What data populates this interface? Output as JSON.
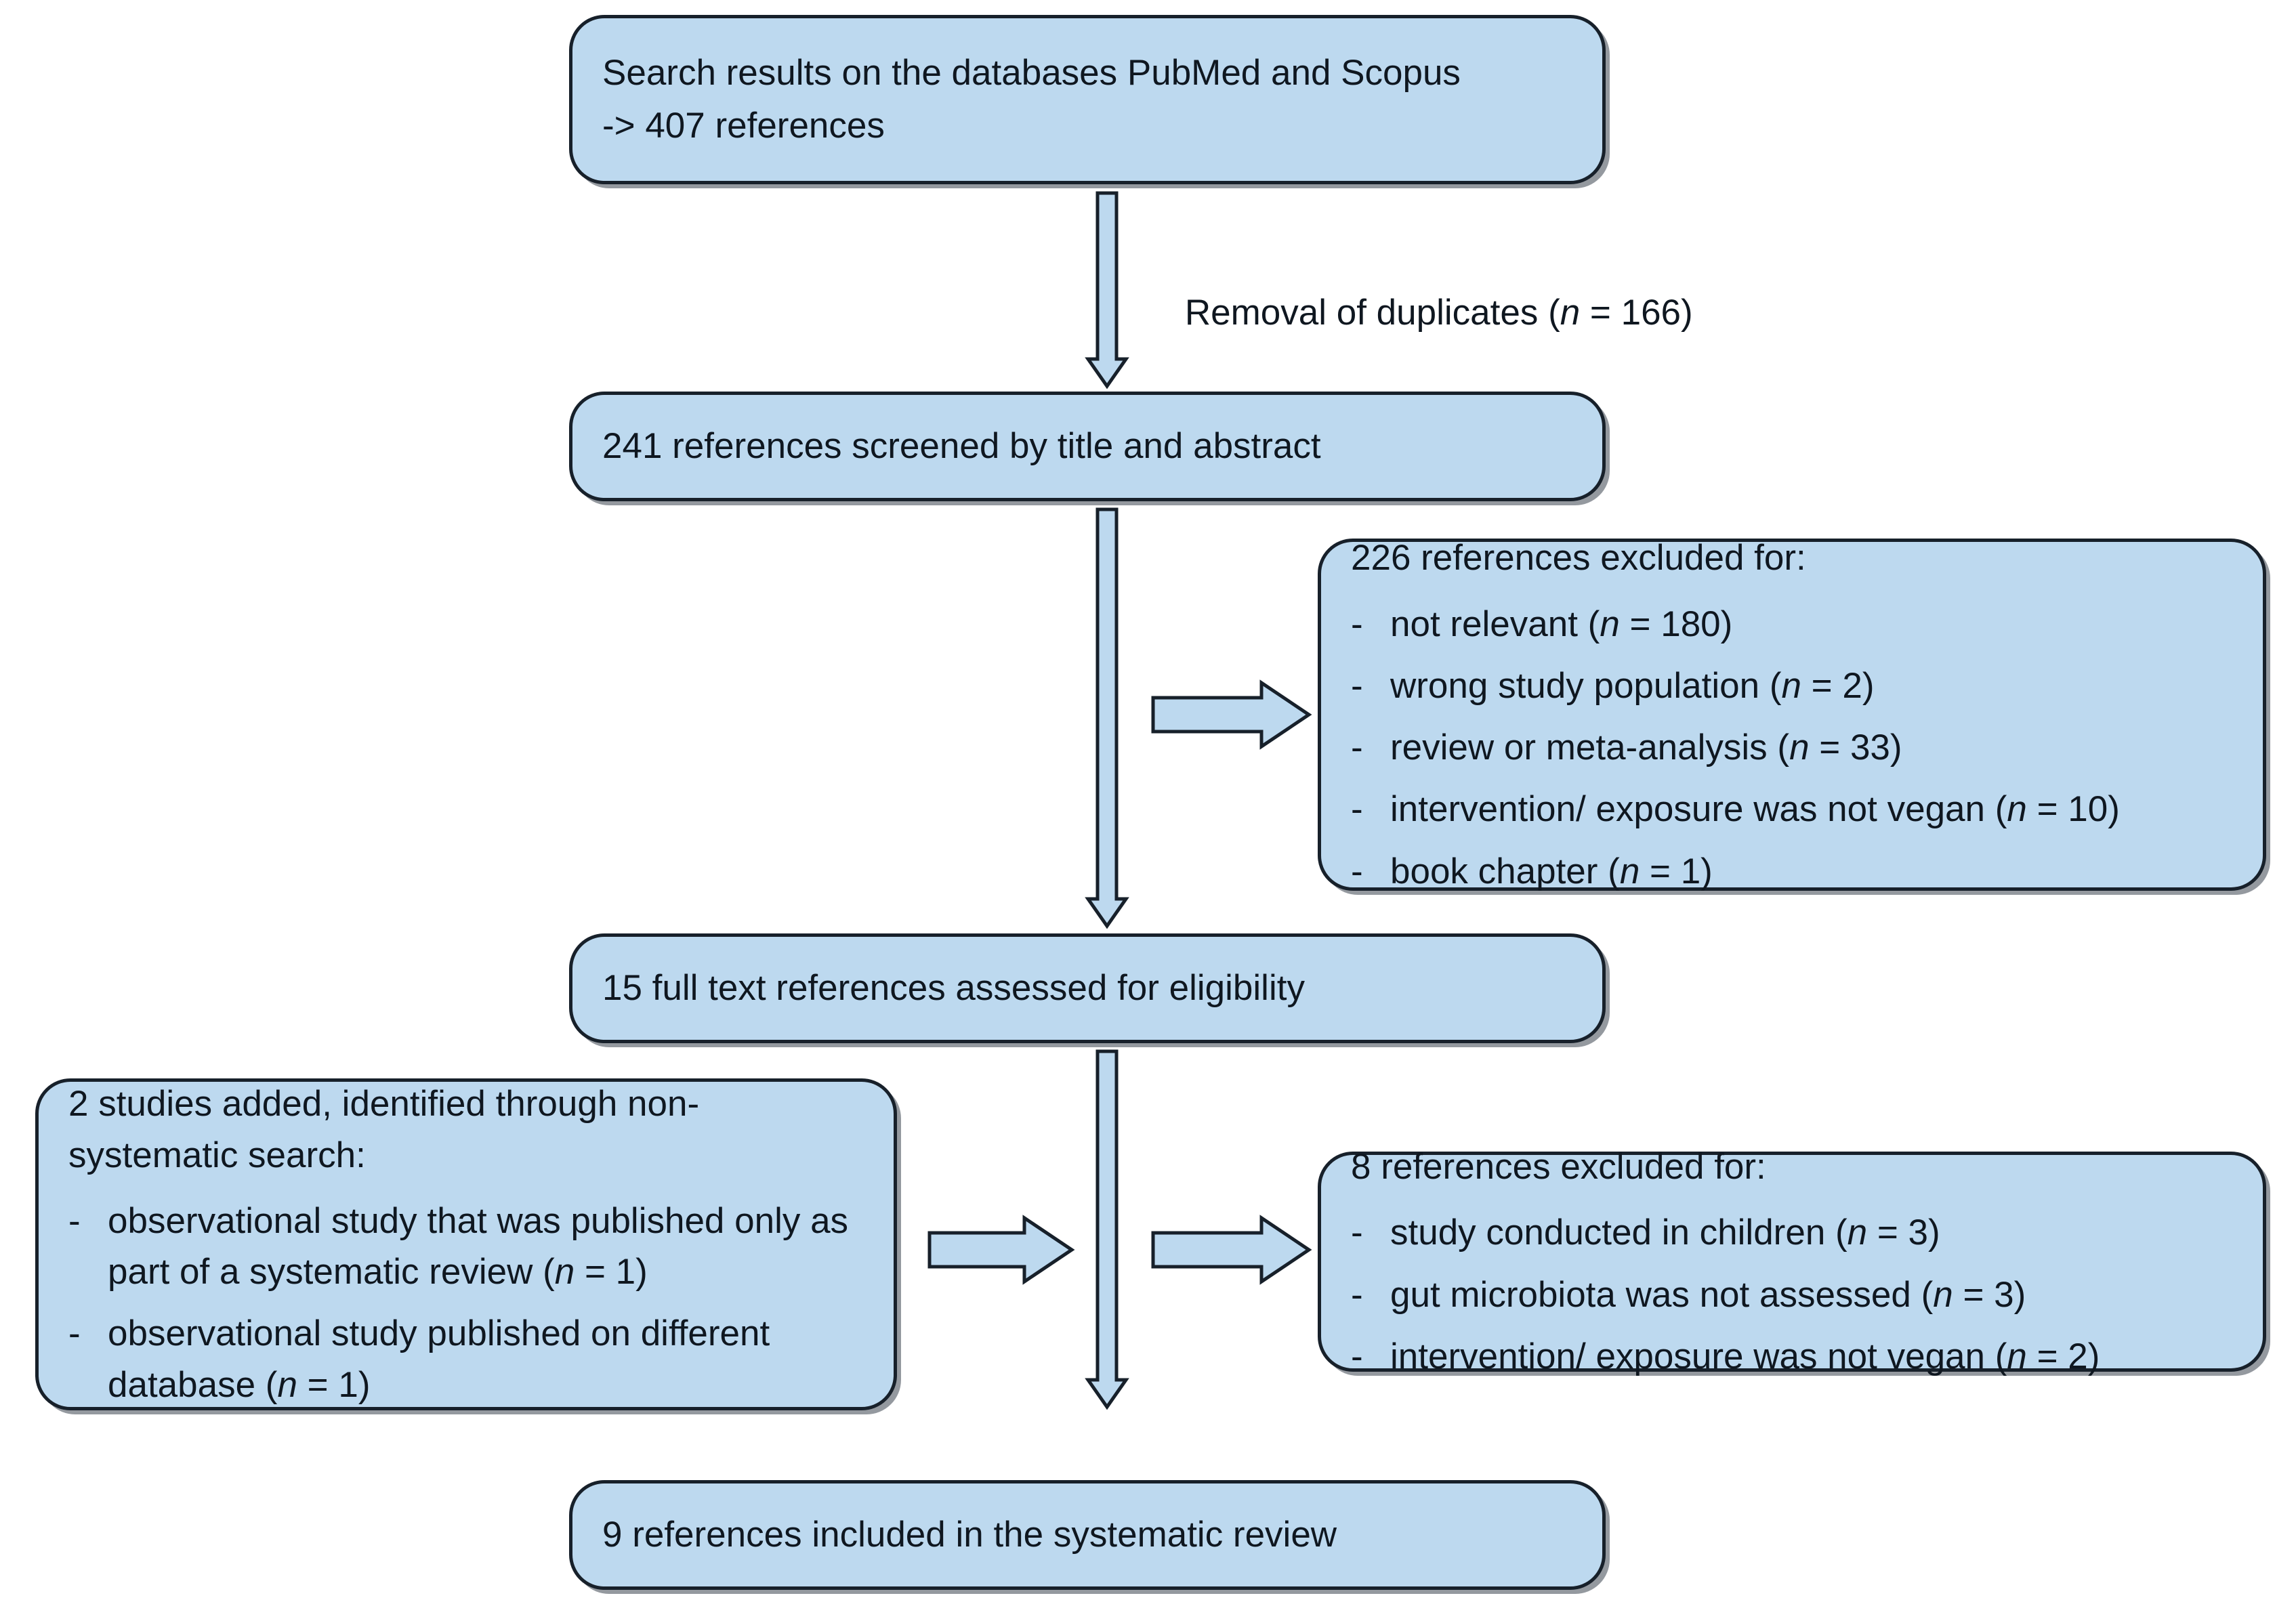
{
  "diagram": {
    "title": "PRISMA-style study selection flow chart",
    "colors": {
      "box_fill": "#bdd9ef",
      "box_border": "#17202a",
      "arrow_fill": "#bdd9ef",
      "arrow_border": "#17202a",
      "text": "#0f1720",
      "background": "#ffffff"
    },
    "boxes": {
      "search_results": {
        "line1": "Search results on the databases PubMed and Scopus",
        "line2": "-> 407 references"
      },
      "screened": {
        "line1": "241 references screened by title and abstract"
      },
      "excluded_226": {
        "heading": "226 references excluded for:",
        "bullets": [
          {
            "dash": "-",
            "text_before": "not relevant (",
            "n_label": "n",
            "text_after": " = 180)"
          },
          {
            "dash": "-",
            "text_before": "wrong study population (",
            "n_label": "n",
            "text_after": " = 2)"
          },
          {
            "dash": "-",
            "text_before": "review or meta-analysis (",
            "n_label": "n",
            "text_after": " = 33)"
          },
          {
            "dash": "-",
            "text_before": "intervention/ exposure was not vegan (",
            "n_label": "n",
            "text_after": " = 10)"
          },
          {
            "dash": "-",
            "text_before": "book chapter (",
            "n_label": "n",
            "text_after": " = 1)"
          }
        ]
      },
      "full_text": {
        "line1": "15 full text references assessed for eligibility"
      },
      "added_studies": {
        "heading_line1": "2 studies added, identified through non-",
        "heading_line2": "systematic search:",
        "bullets": [
          {
            "dash": "-",
            "text_before": "observational study that was published only as part of a systematic review (",
            "n_label": "n",
            "text_after": " = 1)"
          },
          {
            "dash": "-",
            "text_before": "observational study published on different database (",
            "n_label": "n",
            "text_after": " = 1)"
          }
        ]
      },
      "excluded_8": {
        "heading": "8 references excluded for:",
        "bullets": [
          {
            "dash": "-",
            "text_before": "study conducted in children (",
            "n_label": "n",
            "text_after": " = 3)"
          },
          {
            "dash": "-",
            "text_before": "gut microbiota was not assessed (",
            "n_label": "n",
            "text_after": " = 3)"
          },
          {
            "dash": "-",
            "text_before": "intervention/ exposure was not vegan (",
            "n_label": "n",
            "text_after": " = 2)"
          }
        ]
      },
      "included": {
        "line1": "9 references included in the systematic review"
      }
    },
    "labels": {
      "removal_duplicates": {
        "text_before": "Removal of duplicates (",
        "n_label": "n",
        "text_after": " = 166)"
      }
    },
    "arrows": {
      "down_1": "down-arrow-search-to-screened",
      "down_2": "down-arrow-screened-to-fulltext",
      "down_3": "down-arrow-fulltext-to-included",
      "right_1": "right-arrow-to-excluded-226",
      "right_2": "right-arrow-added-studies-to-flow",
      "right_3": "right-arrow-to-excluded-8"
    }
  }
}
